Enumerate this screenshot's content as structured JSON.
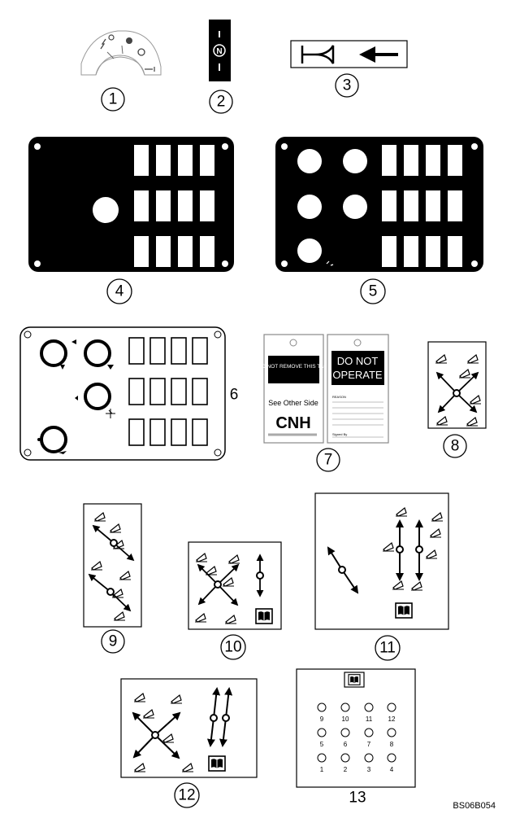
{
  "callouts": [
    "1",
    "2",
    "3",
    "4",
    "5",
    "6",
    "7",
    "8",
    "9",
    "10",
    "11",
    "12",
    "13"
  ],
  "tag7": {
    "front_warning": "DO NOT REMOVE THIS TAG!",
    "front_side": "See Other Side",
    "front_logo": "CNH",
    "back_title_1": "DO NOT",
    "back_title_2": "OPERATE",
    "back_reason": "REASON",
    "back_signed": "Signed By"
  },
  "decal2_letter": "N",
  "panel13_buttons": [
    "9",
    "10",
    "11",
    "12",
    "5",
    "6",
    "7",
    "8",
    "1",
    "2",
    "3",
    "4"
  ],
  "figure_ref": "BS06B054"
}
